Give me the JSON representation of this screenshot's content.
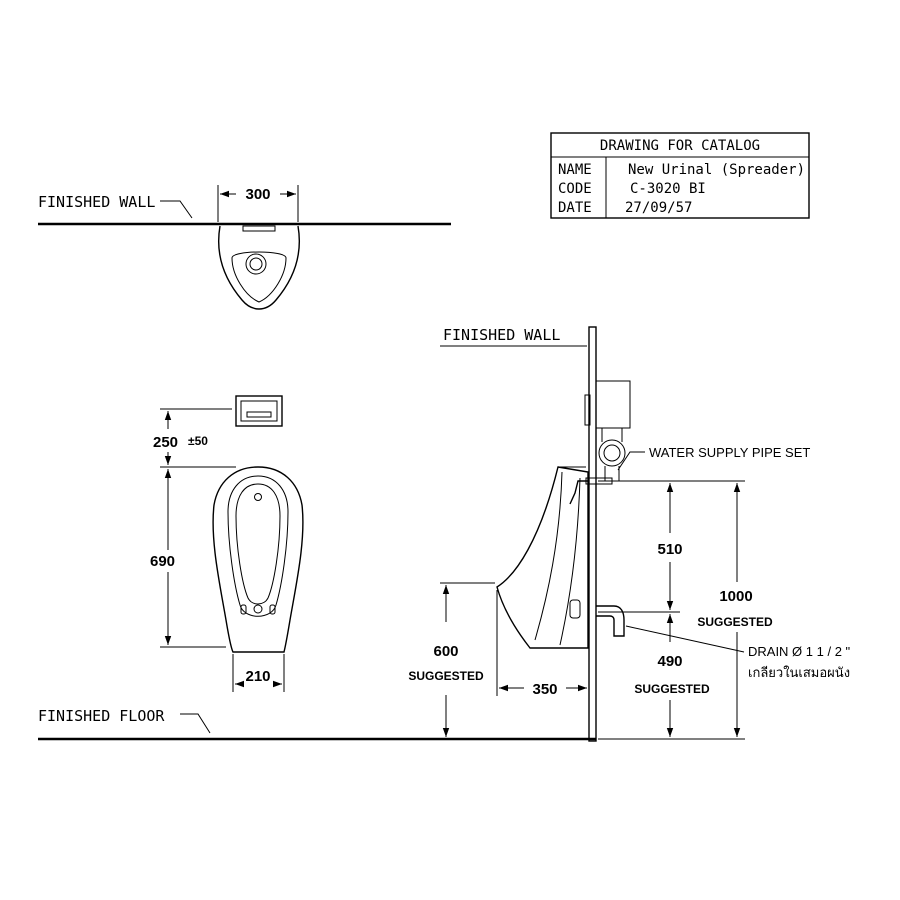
{
  "title_block": {
    "heading": "DRAWING FOR CATALOG",
    "rows": [
      {
        "key": "NAME",
        "value": "New Urinal (Spreader)"
      },
      {
        "key": "CODE",
        "value": "C-3020 BI"
      },
      {
        "key": "DATE",
        "value": "27/09/57"
      }
    ]
  },
  "labels": {
    "finished_wall_top": "FINISHED  WALL",
    "finished_wall_side": "FINISHED  WALL",
    "finished_floor": "FINISHED  FLOOR",
    "water_supply": "WATER  SUPPLY  PIPE  SET",
    "drain": "DRAIN Ø 1 1 / 2 \"",
    "drain_thai": "เกลียวในเสมอผนัง"
  },
  "dimensions": {
    "top_width": "300",
    "flush_height": "250",
    "flush_tolerance": "±50",
    "body_height": "690",
    "base_width": "210",
    "rim_height": "600",
    "rim_height_note": "SUGGESTED",
    "projection": "350",
    "supply_to_drain": "510",
    "supply_height": "1000",
    "supply_height_note": "SUGGESTED",
    "drain_height": "490",
    "drain_height_note": "SUGGESTED"
  }
}
